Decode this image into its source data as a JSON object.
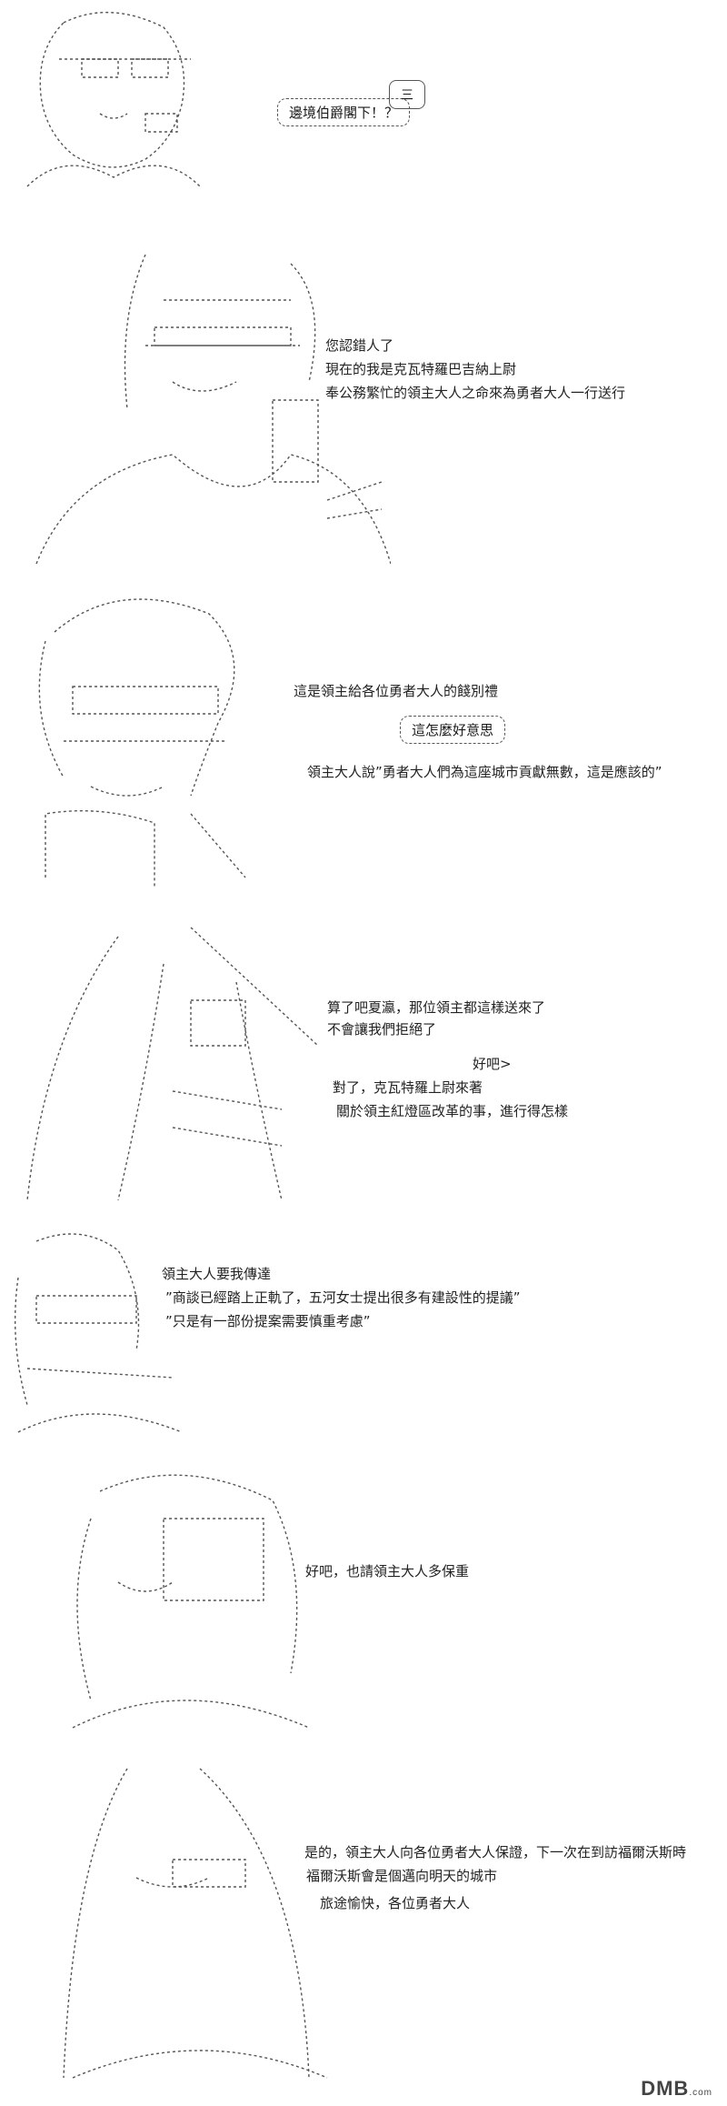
{
  "panels": [
    {
      "id": 1,
      "bubble": "邊境伯爵閣下！？",
      "tag": "三"
    },
    {
      "id": 2,
      "lines": [
        "您認錯人了",
        "現在的我是克瓦特羅巴吉納上尉",
        "奉公務繁忙的領主大人之命來為勇者大人一行送行"
      ]
    },
    {
      "id": 3,
      "lines": [
        "這是領主給各位勇者大人的餞別禮",
        "領主大人說”勇者大人們為這座城市貢獻無數，這是應該的”"
      ],
      "bubble": "這怎麼好意思"
    },
    {
      "id": 4,
      "lines": [
        "算了吧夏瀛，那位領主都這樣送來了",
        "不會讓我們拒絕了"
      ],
      "aside": "好吧>",
      "lines2": [
        "對了，克瓦特羅上尉來著",
        "關於領主紅燈區改革的事，進行得怎樣"
      ]
    },
    {
      "id": 5,
      "lines": [
        "領主大人要我傳達",
        "”商談已經踏上正軌了，五河女士提出很多有建設性的提議”",
        "”只是有一部份提案需要慎重考慮”"
      ]
    },
    {
      "id": 6,
      "lines": [
        "好吧，也請領主大人多保重"
      ]
    },
    {
      "id": 7,
      "lines": [
        "是的，領主大人向各位勇者大人保證，下一次在到訪福爾沃斯時",
        "福爾沃斯會是個邁向明天的城市"
      ],
      "aside": "旅途愉快，各位勇者大人"
    }
  ],
  "watermark": {
    "main": "DMB",
    "sub": ".com"
  }
}
